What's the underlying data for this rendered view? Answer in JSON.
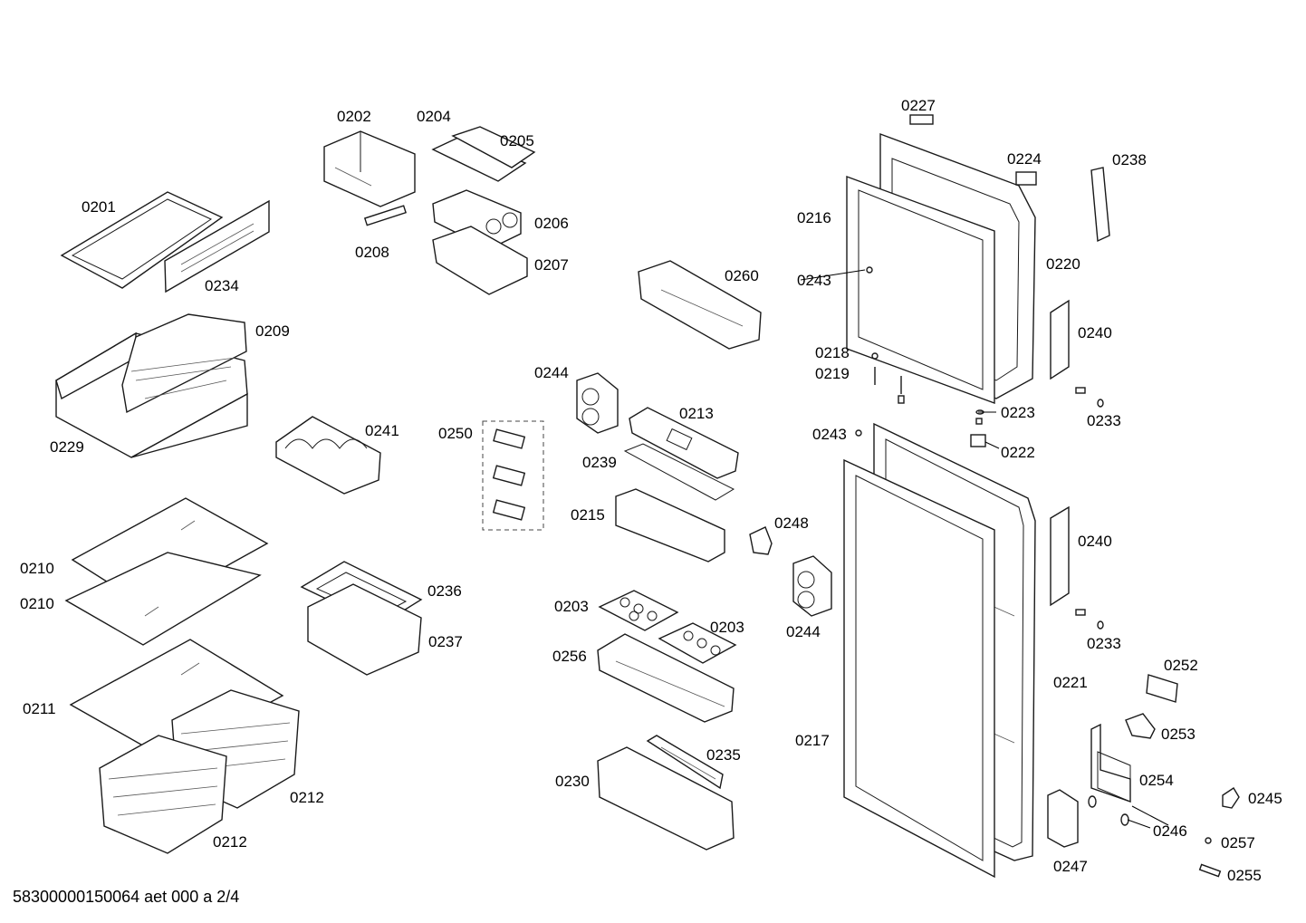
{
  "footer": {
    "code": "58300000150064 aet 000 a 2/4"
  },
  "labels": {
    "l0201": "0201",
    "l0202": "0202",
    "l0203a": "0203",
    "l0203b": "0203",
    "l0204": "0204",
    "l0205": "0205",
    "l0206": "0206",
    "l0207": "0207",
    "l0208": "0208",
    "l0209": "0209",
    "l0210a": "0210",
    "l0210b": "0210",
    "l0211": "0211",
    "l0212a": "0212",
    "l0212b": "0212",
    "l0213": "0213",
    "l0215": "0215",
    "l0216": "0216",
    "l0217": "0217",
    "l0218": "0218",
    "l0219": "0219",
    "l0220": "0220",
    "l0221": "0221",
    "l0222": "0222",
    "l0223": "0223",
    "l0224": "0224",
    "l0227": "0227",
    "l0229": "0229",
    "l0230": "0230",
    "l0233a": "0233",
    "l0233b": "0233",
    "l0234": "0234",
    "l0235": "0235",
    "l0236": "0236",
    "l0237": "0237",
    "l0238": "0238",
    "l0239": "0239",
    "l0240a": "0240",
    "l0240b": "0240",
    "l0241": "0241",
    "l0243a": "0243",
    "l0243b": "0243",
    "l0244a": "0244",
    "l0244b": "0244",
    "l0245": "0245",
    "l0246": "0246",
    "l0247": "0247",
    "l0248": "0248",
    "l0250": "0250",
    "l0252": "0252",
    "l0253": "0253",
    "l0254": "0254",
    "l0255": "0255",
    "l0256": "0256",
    "l0257": "0257",
    "l0260": "0260"
  }
}
